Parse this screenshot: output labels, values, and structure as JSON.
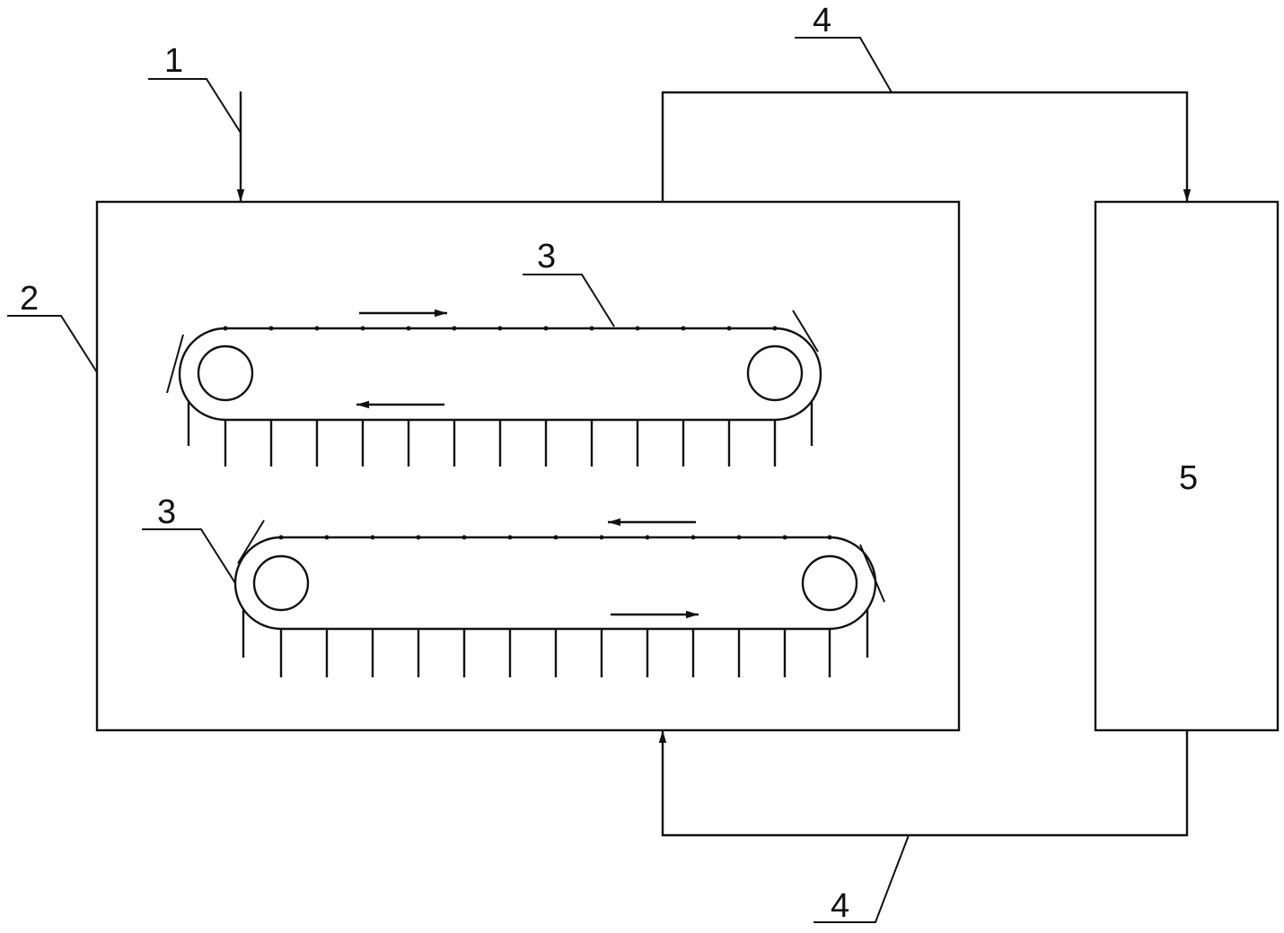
{
  "diagram": {
    "labels": {
      "feed_inlet": "1",
      "chamber": "2",
      "conveyor_upper": "3",
      "conveyor_lower": "3",
      "pipe_top": "4",
      "pipe_bottom": "4",
      "unit": "5"
    },
    "colors": {
      "line": "#111111",
      "background": "#ffffff"
    }
  }
}
